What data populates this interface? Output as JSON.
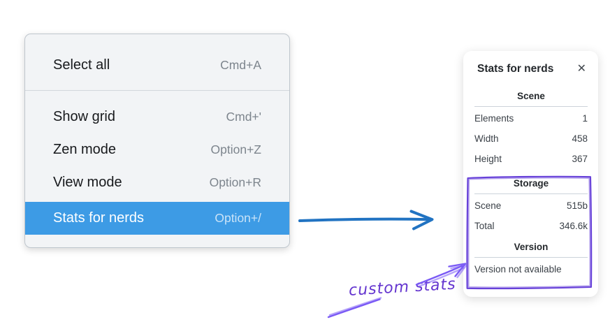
{
  "context_menu": {
    "groups": [
      {
        "items": [
          {
            "label": "Select all",
            "shortcut": "Cmd+A",
            "highlighted": false
          }
        ]
      },
      {
        "items": [
          {
            "label": "Show grid",
            "shortcut": "Cmd+'",
            "highlighted": false
          },
          {
            "label": "Zen mode",
            "shortcut": "Option+Z",
            "highlighted": false
          },
          {
            "label": "View mode",
            "shortcut": "Option+R",
            "highlighted": false
          },
          {
            "label": "Stats for nerds",
            "shortcut": "Option+/",
            "highlighted": true
          }
        ]
      }
    ],
    "highlight_color": "#3d9be5"
  },
  "stats_panel": {
    "title": "Stats for nerds",
    "close_icon": "✕",
    "sections": {
      "scene": {
        "title": "Scene",
        "rows": [
          {
            "label": "Elements",
            "value": "1"
          },
          {
            "label": "Width",
            "value": "458"
          },
          {
            "label": "Height",
            "value": "367"
          }
        ]
      },
      "storage": {
        "title": "Storage",
        "rows": [
          {
            "label": "Scene",
            "value": "515b"
          },
          {
            "label": "Total",
            "value": "346.6k"
          }
        ]
      },
      "version": {
        "title": "Version",
        "note": "Version not available"
      }
    }
  },
  "annotations": {
    "label": "custom stats",
    "label_color": "#6435cf",
    "flow_arrow_color": "#2173c2",
    "highlight_box_color": "#6741d9",
    "hand_arrow_color": "#7a5af5"
  }
}
